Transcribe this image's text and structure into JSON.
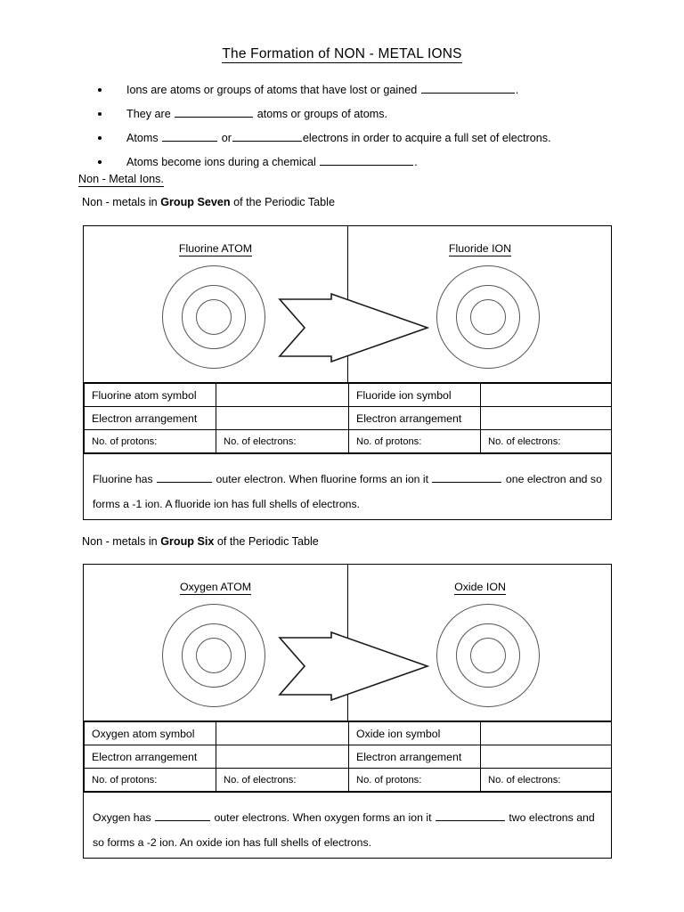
{
  "document": {
    "title": "The Formation of NON - METAL IONS"
  },
  "intro_bullets": [
    {
      "before": "Ions are atoms or groups of atoms that have lost or gained",
      "blank": "long",
      "after": "."
    },
    {
      "before": "They are",
      "blank": "mid",
      "after": "atoms or groups of atoms."
    },
    {
      "before": "Atoms",
      "blank": "short",
      "mid_text": "or",
      "blank2": "med",
      "after": "electrons in order to acquire a full set of electrons."
    },
    {
      "before": "Atoms become ions during a chemical",
      "blank": "long",
      "after": "."
    }
  ],
  "section_heading": "Non - Metal Ions.",
  "sections": [
    {
      "intro_prefix": "Non - metals in ",
      "intro_bold": "Group Seven",
      "intro_suffix": " of the Periodic Table",
      "diagram": {
        "atom_label": "Fluorine ATOM",
        "ion_label": "Fluoride ION",
        "arrow_icon": "right-arrow-icon",
        "shell_count": 3
      },
      "table": {
        "symbol_atom_label": "Fluorine atom symbol",
        "symbol_atom_value": "",
        "symbol_ion_label": "Fluoride ion symbol",
        "symbol_ion_value": "",
        "arrangement_atom_label": "Electron arrangement",
        "arrangement_atom_value": "",
        "arrangement_ion_label": "Electron arrangement",
        "arrangement_ion_value": "",
        "protons_atom_label": "No. of protons:",
        "electrons_atom_label": "No. of electrons:",
        "protons_ion_label": "No. of protons:",
        "electrons_ion_label": "No. of electrons:"
      },
      "summary": {
        "part1": "Fluorine has",
        "blank1": "short",
        "part2": "outer electron.  When fluorine forms an ion it",
        "blank2": "med",
        "part3": "one electron and so forms a -1 ion. A fluoride ion has full shells of electrons."
      }
    },
    {
      "intro_prefix": "Non - metals in ",
      "intro_bold": "Group Six",
      "intro_suffix": " of the Periodic Table",
      "diagram": {
        "atom_label": "Oxygen ATOM",
        "ion_label": "Oxide ION",
        "arrow_icon": "right-arrow-icon",
        "shell_count": 3
      },
      "table": {
        "symbol_atom_label": "Oxygen atom symbol",
        "symbol_atom_value": "",
        "symbol_ion_label": "Oxide ion symbol",
        "symbol_ion_value": "",
        "arrangement_atom_label": "Electron arrangement",
        "arrangement_atom_value": "",
        "arrangement_ion_label": "Electron arrangement",
        "arrangement_ion_value": "",
        "protons_atom_label": "No. of protons:",
        "electrons_atom_label": "No. of electrons:",
        "protons_ion_label": "No. of protons:",
        "electrons_ion_label": "No. of electrons:"
      },
      "summary": {
        "part1": "Oxygen has",
        "blank1": "short",
        "part2": "outer electrons.  When oxygen forms an ion it",
        "blank2": "med",
        "part3": "two electrons and so forms a -2 ion. An oxide ion has full shells of electrons."
      }
    }
  ],
  "colors": {
    "ink": "#000000",
    "paper": "#ffffff",
    "shell_stroke": "#555555"
  }
}
